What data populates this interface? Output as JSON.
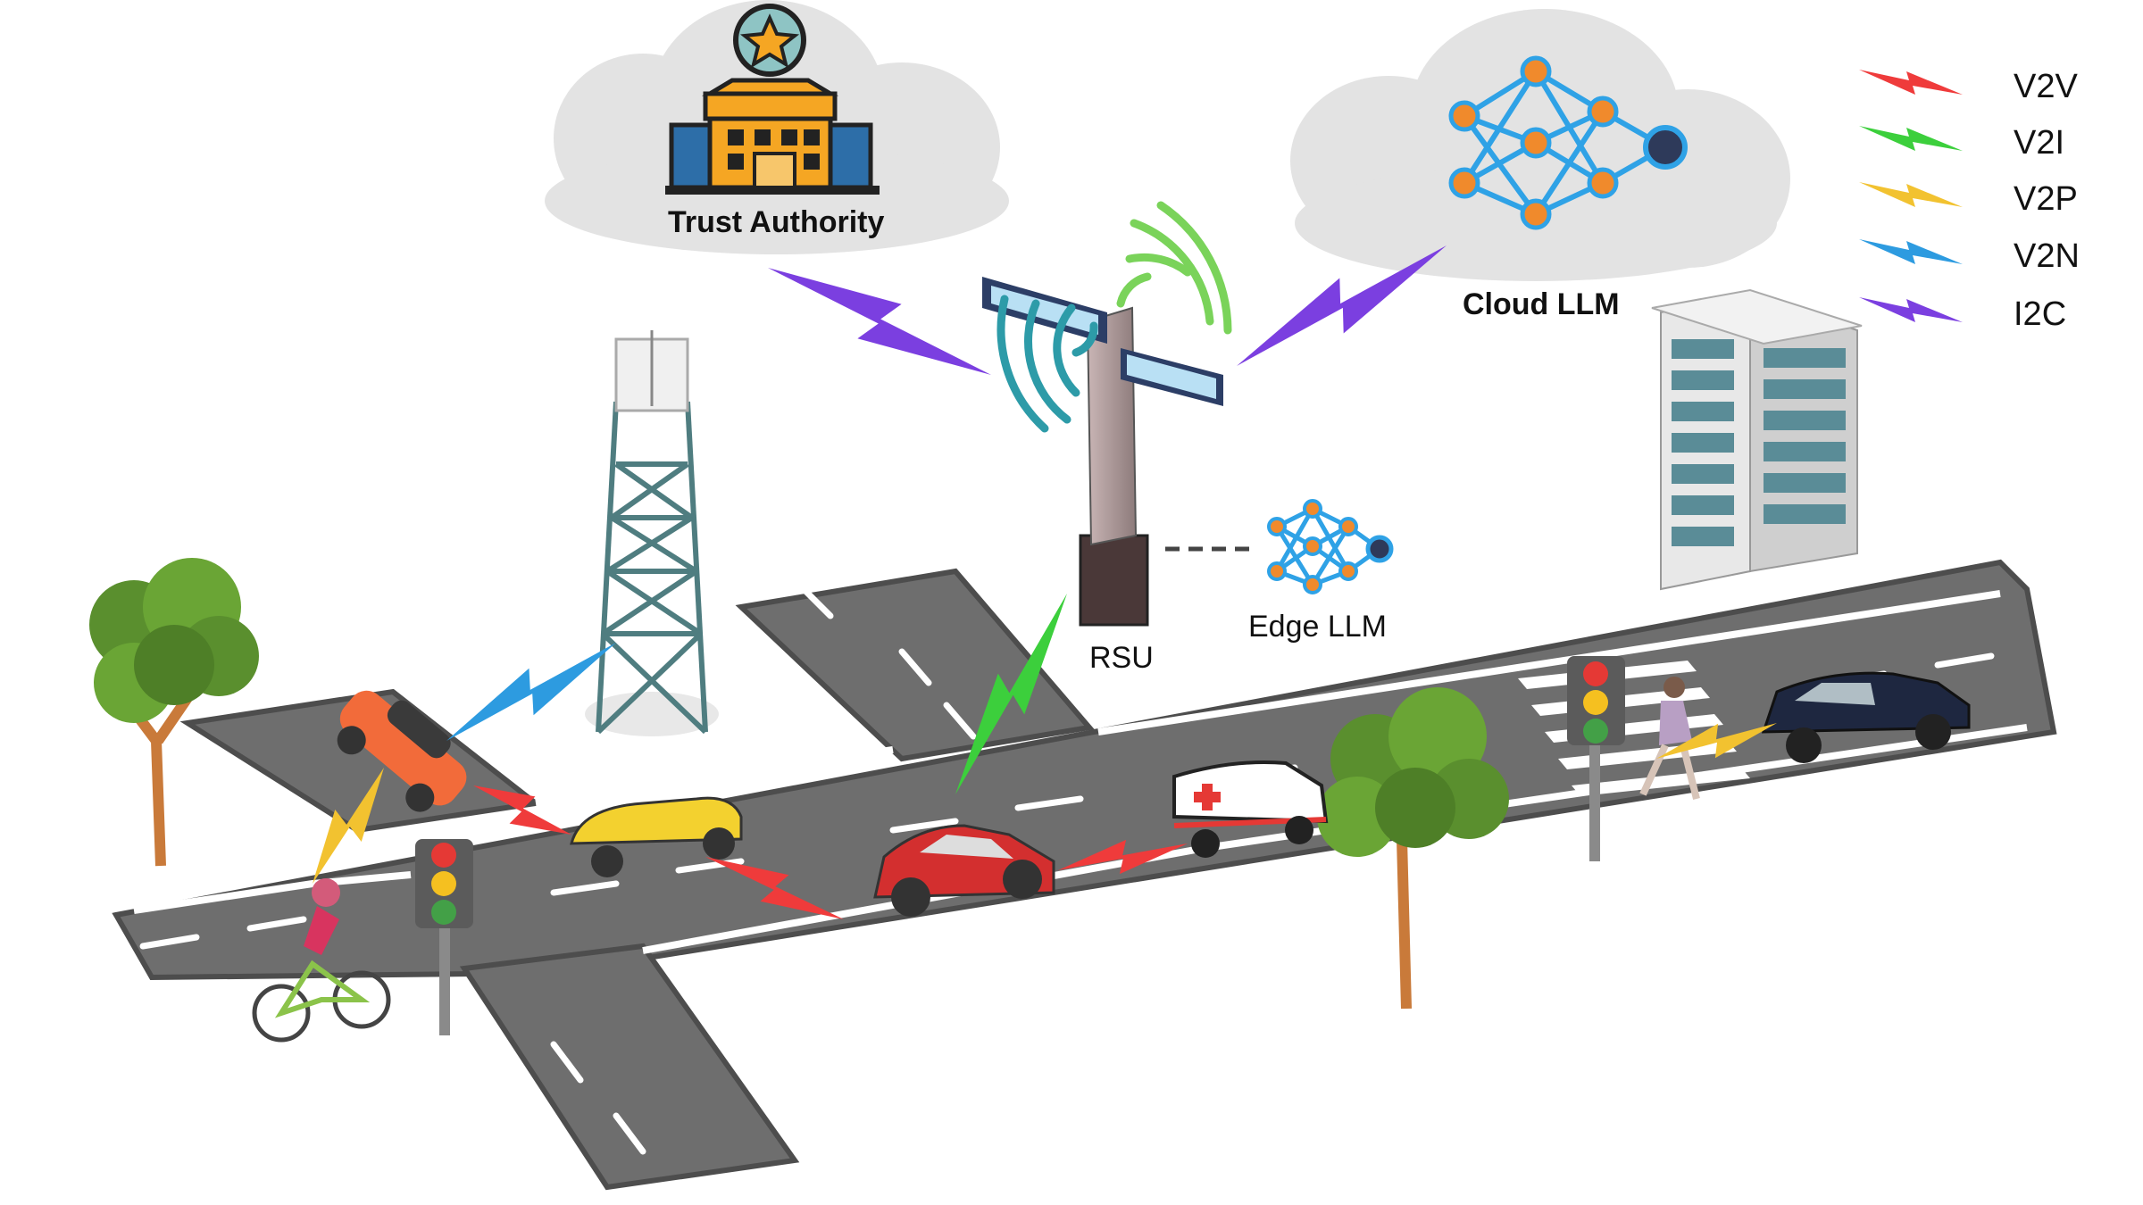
{
  "labels": {
    "trust_authority": "Trust Authority",
    "cloud_llm": "Cloud LLM",
    "rsu": "RSU",
    "edge_llm": "Edge LLM"
  },
  "legend": [
    {
      "label": "V2V",
      "color": "#ef3b3b"
    },
    {
      "label": "V2I",
      "color": "#3ccf3c"
    },
    {
      "label": "V2P",
      "color": "#f2c230"
    },
    {
      "label": "V2N",
      "color": "#2d9be0"
    },
    {
      "label": "I2C",
      "color": "#7b3fe0"
    }
  ],
  "colors": {
    "road": "#6b6b6b",
    "road_edge": "#4a4a4a",
    "lane_mark": "#ffffff",
    "cloud": "#e2e2e2",
    "tree": "#5a8f2e",
    "trunk": "#c97a3a"
  }
}
